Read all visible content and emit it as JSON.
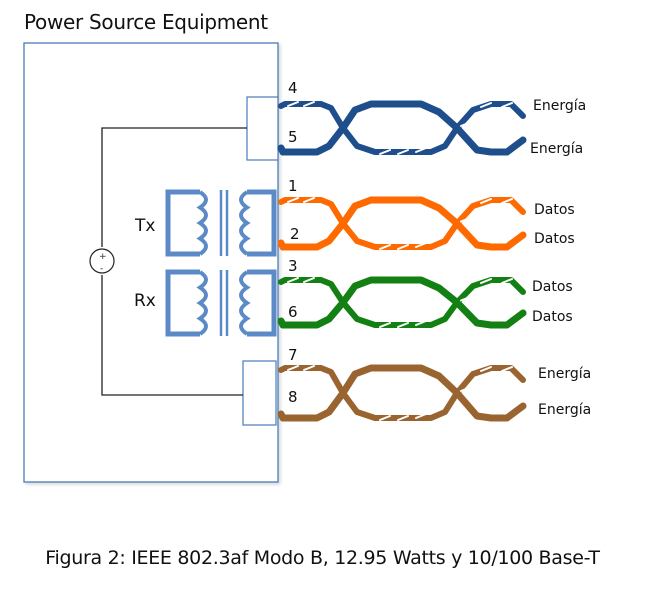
{
  "title": "Power Source Equipment",
  "caption": "Figura 2: IEEE 802.3af Modo B, 12.95 Watts y 10/100 Base-T",
  "source_symbol": {
    "plus": "+",
    "minus": "-"
  },
  "transformers": [
    {
      "label": "Tx"
    },
    {
      "label": "Rx"
    }
  ],
  "pairs": [
    {
      "id": "pair-45",
      "pins": [
        "4",
        "5"
      ],
      "labels": [
        "Energía",
        "Energía"
      ],
      "color": "#1f4e8c"
    },
    {
      "id": "pair-12",
      "pins": [
        "1",
        "2"
      ],
      "labels": [
        "Datos",
        "Datos"
      ],
      "color": "#ff6a00"
    },
    {
      "id": "pair-36",
      "pins": [
        "3",
        "6"
      ],
      "labels": [
        "Datos",
        "Datos"
      ],
      "color": "#138013"
    },
    {
      "id": "pair-78",
      "pins": [
        "7",
        "8"
      ],
      "labels": [
        "Energía",
        "Energía"
      ],
      "color": "#9a6431"
    }
  ],
  "colors": {
    "box": "#4a7ab8",
    "transformer": "#5b8ac6",
    "wire": "#222222"
  }
}
